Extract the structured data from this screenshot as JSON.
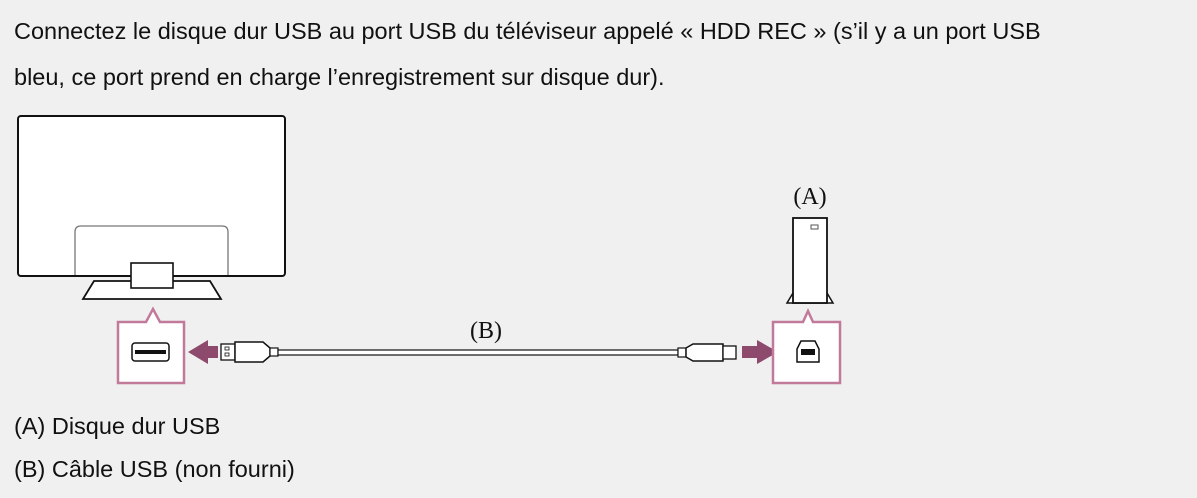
{
  "instruction": {
    "lines": [
      "Connectez le disque dur USB au port USB du téléviseur appelé « HDD REC » (s’il y a un port USB",
      "bleu, ce port prend en charge l’enregistrement sur disque dur)."
    ]
  },
  "diagram": {
    "label_a": "(A)",
    "label_b": "(B)",
    "accent_color": "#c27a9a",
    "arrow_color": "#8e4a6c",
    "icons": [
      "tv-icon",
      "usb-a-port-icon",
      "usb-a-plug-icon",
      "usb-cable-icon",
      "usb-b-plug-icon",
      "usb-b-port-icon",
      "hard-drive-icon",
      "arrow-left-icon",
      "arrow-right-icon"
    ]
  },
  "legend": {
    "items": [
      "(A) Disque dur USB",
      "(B) Câble USB (non fourni)"
    ]
  }
}
